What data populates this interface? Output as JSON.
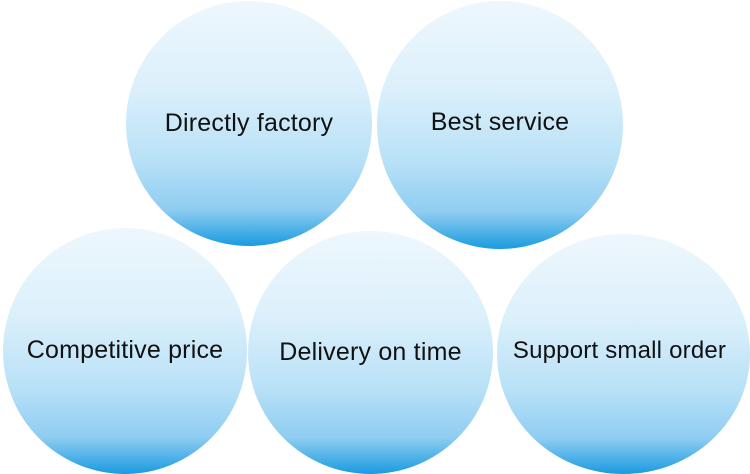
{
  "nodes": [
    {
      "label": "Directly factory"
    },
    {
      "label": "Best service"
    },
    {
      "label": "Competitive price"
    },
    {
      "label": "Delivery on time"
    },
    {
      "label": "Support small order"
    }
  ],
  "colors": {
    "bubble_top": "#eef7fd",
    "bubble_bottom": "#1a9be0",
    "text": "#111111",
    "background": "#ffffff"
  }
}
